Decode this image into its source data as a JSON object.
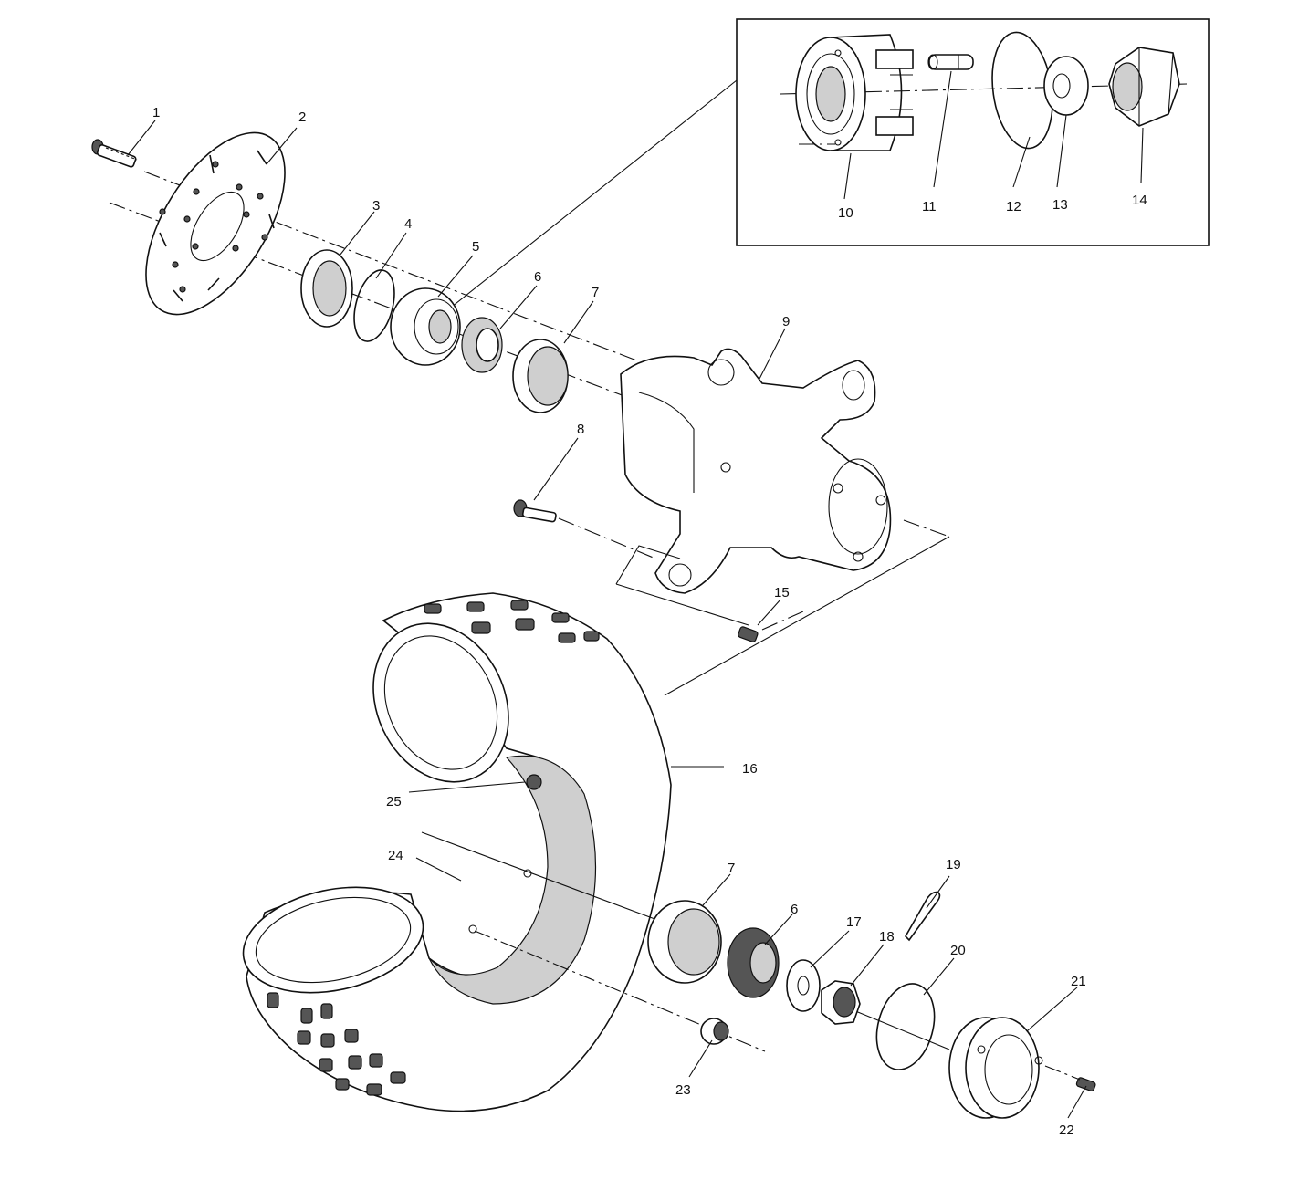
{
  "callouts": {
    "c1": "1",
    "c2": "2",
    "c3": "3",
    "c4": "4",
    "c5": "5",
    "c6": "6",
    "c7": "7",
    "c8": "8",
    "c9": "9",
    "c10": "10",
    "c11": "11",
    "c12": "12",
    "c13": "13",
    "c14": "14",
    "c15": "15",
    "c16": "16",
    "c17": "17",
    "c18": "18",
    "c19": "19",
    "c20": "20",
    "c21": "21",
    "c22": "22",
    "c23": "23",
    "c24": "24",
    "c25": "25",
    "c6b": "6",
    "c7b": "7"
  }
}
